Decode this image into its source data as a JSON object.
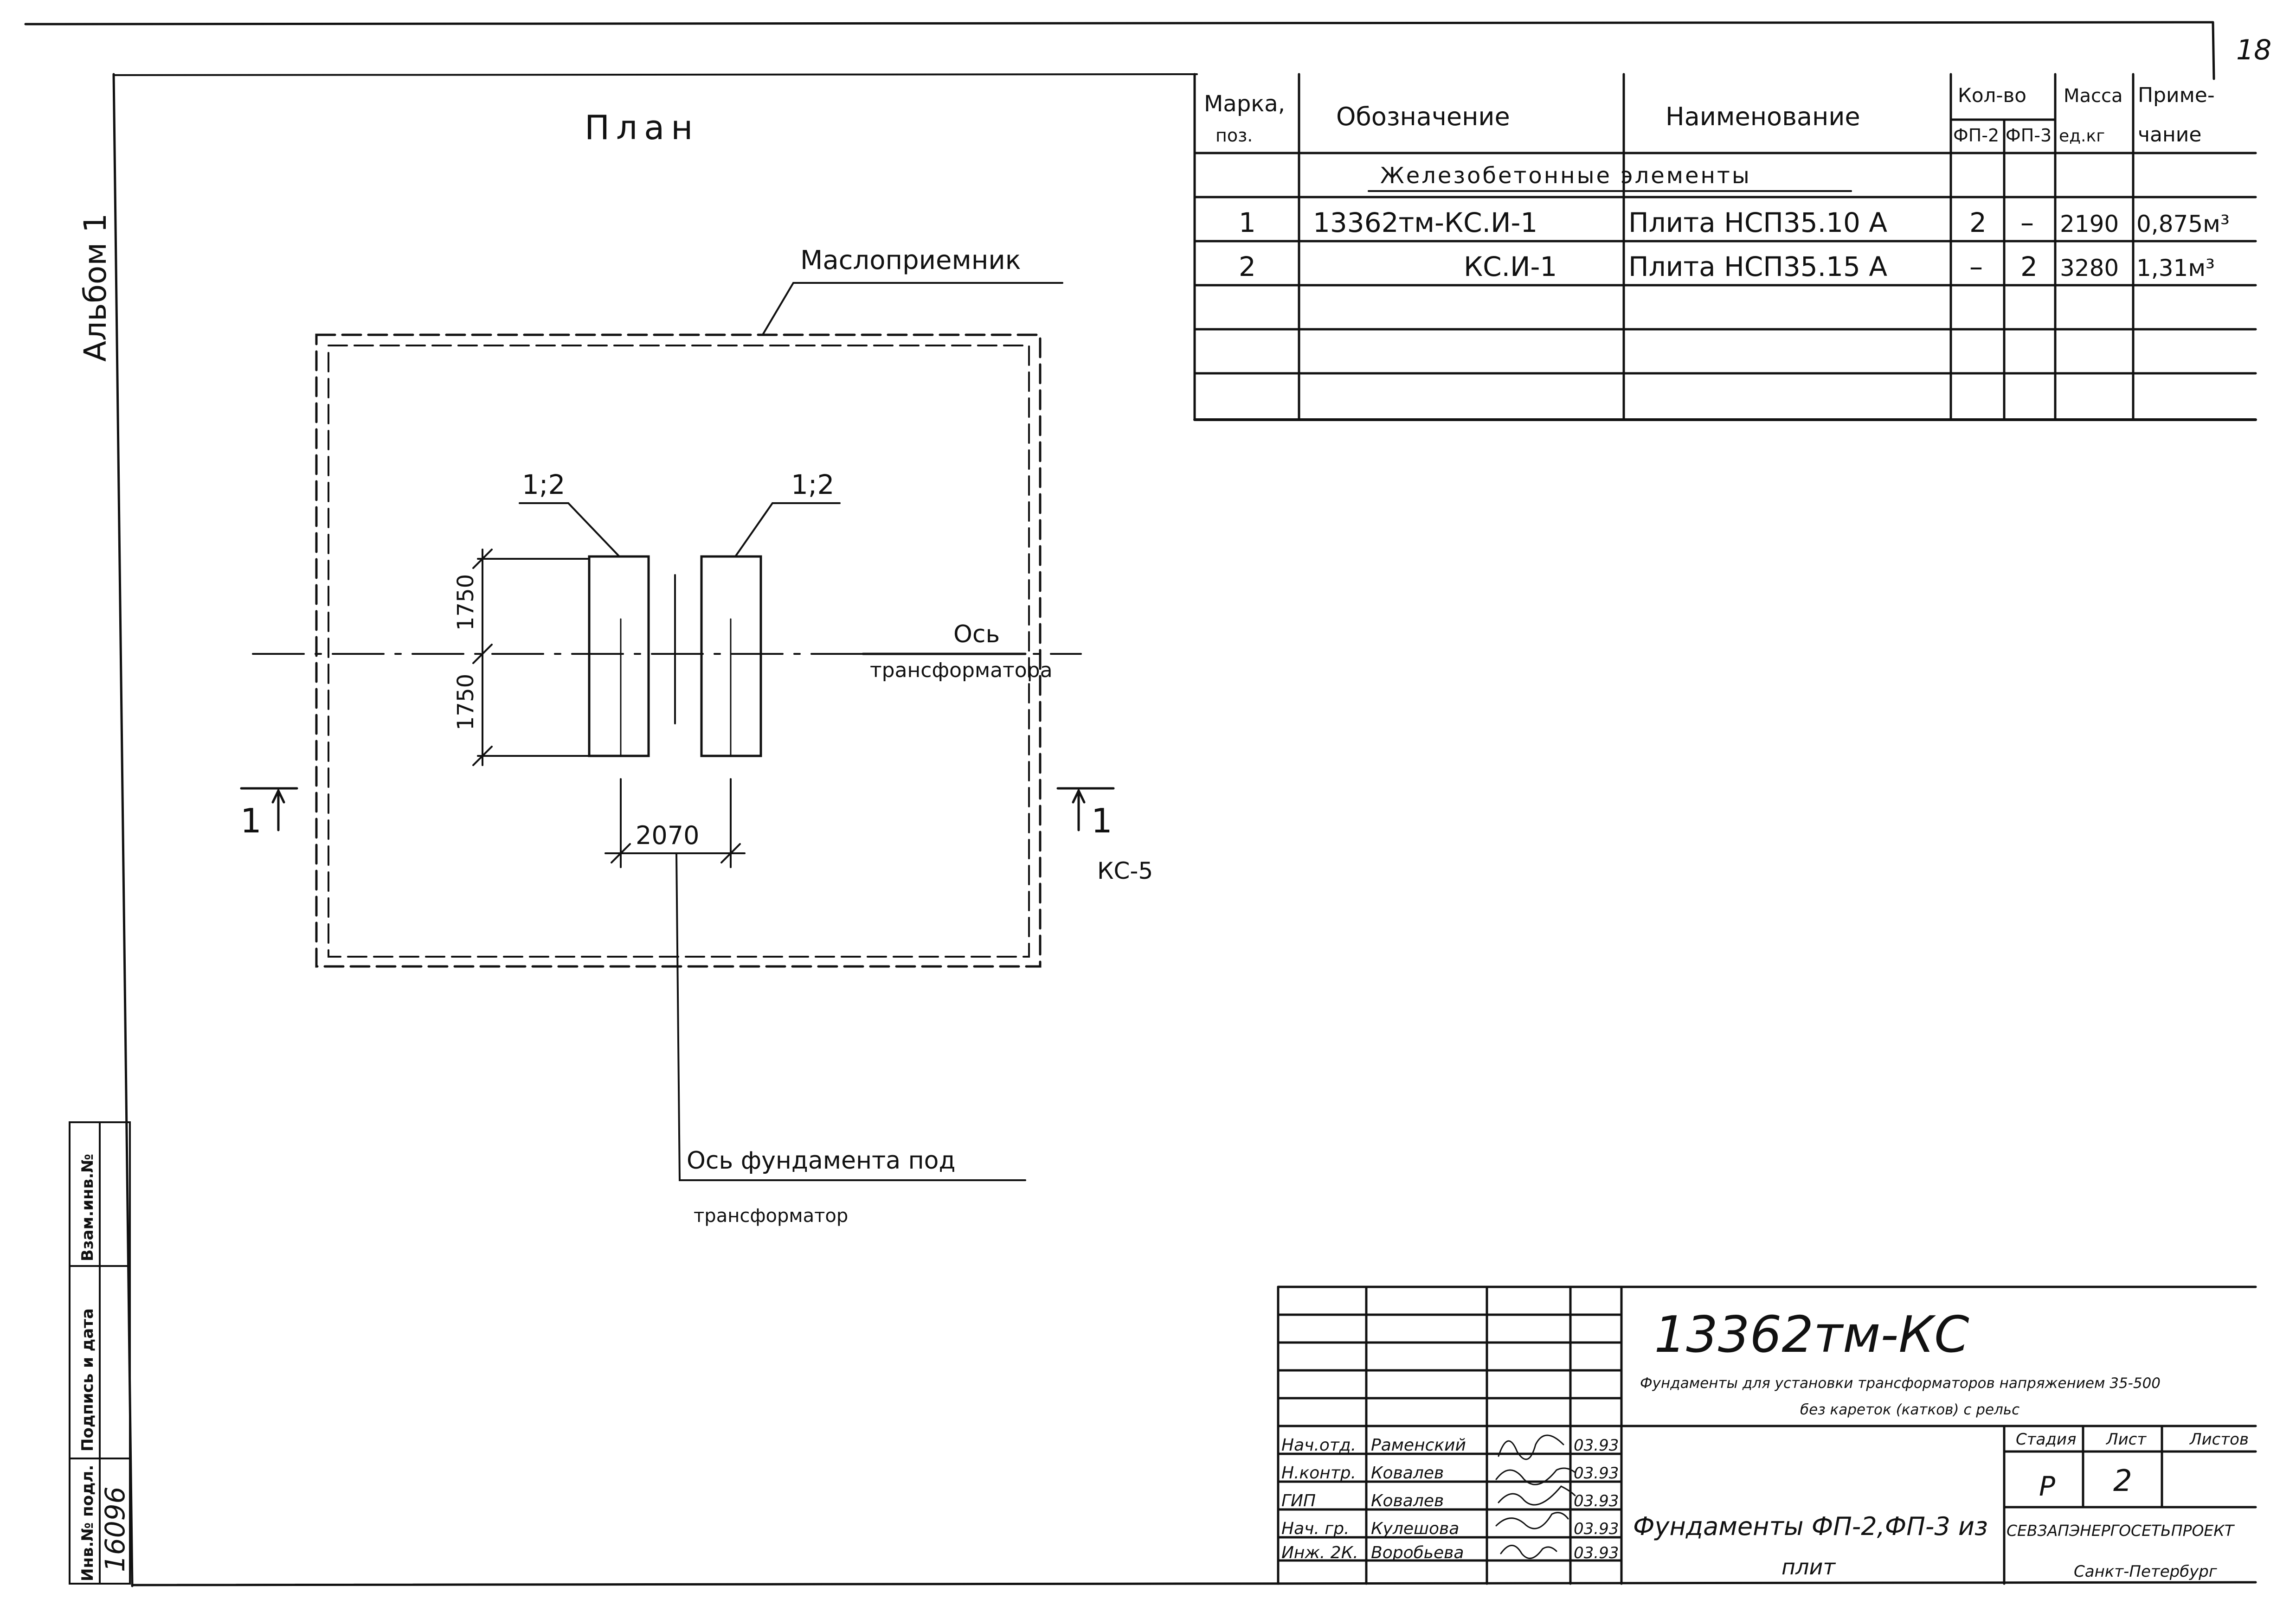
{
  "page_number": "18",
  "album_label": "Альбом 1",
  "plan": {
    "title": "План",
    "oil_receiver_label": "Маслоприемник",
    "mark_left": "1;2",
    "mark_right": "1;2",
    "dim_upper": "1750",
    "dim_lower": "1750",
    "dim_width": "2070",
    "axis_transformer_line1": "Ось",
    "axis_transformer_line2": "трансформатора",
    "section_left": "1",
    "section_right": "1",
    "ref_sheet": "КС-5",
    "axis_foundation_line1": "Ось фундамента под",
    "axis_foundation_line2": "трансформатор"
  },
  "spec_table": {
    "headers": {
      "mark": "Марка, поз.",
      "designation": "Обозначение",
      "name": "Наименование",
      "qty": "Кол-во",
      "qty_fp2": "ФП-2",
      "qty_fp3": "ФП-3",
      "mass": "Масса ед.кг",
      "note": "Приме- чание"
    },
    "section_title": "Железобетонные элементы",
    "rows": [
      {
        "mark": "1",
        "designation": "13362тм-КС.И-1",
        "name": "Плита НСП35.10 А",
        "fp2": "2",
        "fp3": "–",
        "mass": "2190",
        "note": "0,875м³"
      },
      {
        "mark": "2",
        "designation": "КС.И-1",
        "name": "Плита НСП35.15 А",
        "fp2": "–",
        "fp3": "2",
        "mass": "3280",
        "note": "1,31м³"
      }
    ]
  },
  "side_stamp": {
    "inv_orig": "Инв.№ подл.",
    "sign_date": "Подпись и дата",
    "replaced_inv": "Взам.инв.№",
    "inv_number": "16096"
  },
  "title_block": {
    "code": "13362тм-КС",
    "subtitle_line1": "Фундаменты для установки трансформаторов напряжением 35-500",
    "subtitle_line2": "без кареток (катков) с рельс",
    "sheet_title_line1": "Фундаменты ФП-2,ФП-3 из",
    "sheet_title_line2": "плит",
    "stage_label": "Стадия",
    "sheet_label": "Лист",
    "sheets_label": "Листов",
    "stage": "Р",
    "sheet": "2",
    "org": "СЕВЗАПЭНЕРГОСЕТЬПРОЕКТ",
    "city": "Санкт-Петербург",
    "signers": [
      {
        "role": "Нач.отд.",
        "name": "Раменский",
        "date": "03.93"
      },
      {
        "role": "Н.контр.",
        "name": "Ковалев",
        "date": "03.93"
      },
      {
        "role": "ГИП",
        "name": "Ковалев",
        "date": "03.93"
      },
      {
        "role": "Нач. гр.",
        "name": "Кулешова",
        "date": "03.93"
      },
      {
        "role": "Инж. 2К.",
        "name": "Воробьева",
        "date": "03.93"
      }
    ]
  }
}
